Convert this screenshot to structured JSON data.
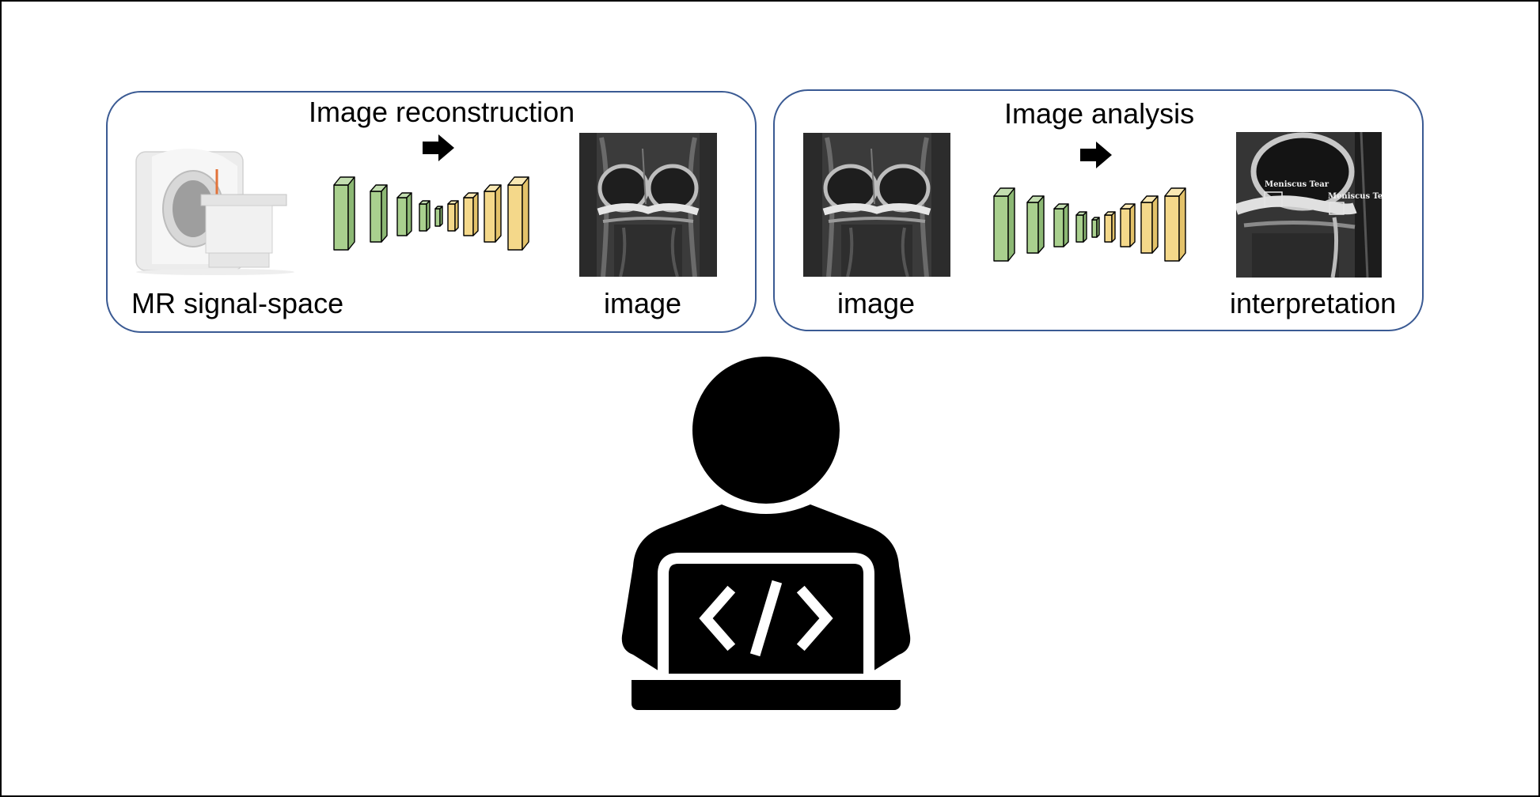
{
  "panels": {
    "reconstruction": {
      "title": "Image reconstruction",
      "left_label": "MR signal-space",
      "right_label": "image"
    },
    "analysis": {
      "title": "Image analysis",
      "left_label": "image",
      "right_label": "interpretation",
      "annotations": [
        "Meniscus Tear",
        "Meniscus Te"
      ]
    }
  },
  "colors": {
    "panel_border": "#3a5a93",
    "encoder_green": "#a9d08e",
    "decoder_yellow": "#f4d88a"
  },
  "icons": [
    "mri-scanner-icon",
    "arrow-right-icon",
    "developer-laptop-icon",
    "code-brackets-icon"
  ]
}
